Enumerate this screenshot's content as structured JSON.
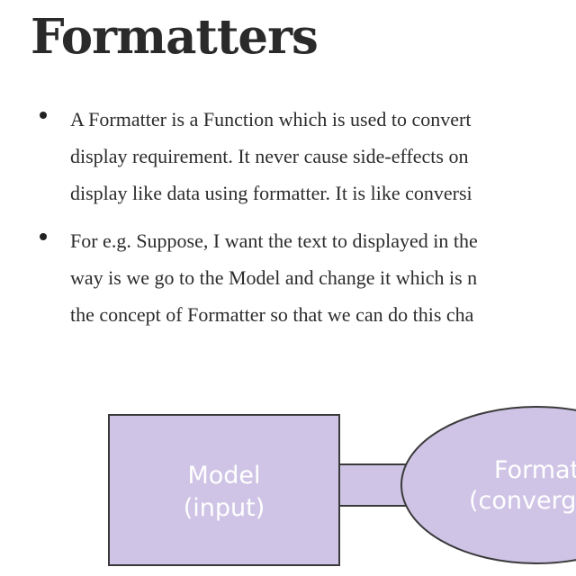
{
  "heading": "Formatters",
  "bullets": [
    {
      "lines": [
        "A Formatter is a Function which is used to convert",
        "display requirement. It never cause side-effects on",
        "display like data using formatter. It is like conversi"
      ]
    },
    {
      "lines": [
        "For e.g. Suppose, I want the text to displayed in the",
        "way is we go to the Model and change it which is n",
        "the concept of Formatter so that we can do this cha"
      ]
    }
  ],
  "diagram": {
    "model_line1": "Model",
    "model_line2": "(input)",
    "formatter_line1": "Formatt",
    "formatter_line2": "(converge",
    "fill_color": "#cfc4e6",
    "stroke_color": "#3a3a3a",
    "text_color": "#ffffff"
  }
}
